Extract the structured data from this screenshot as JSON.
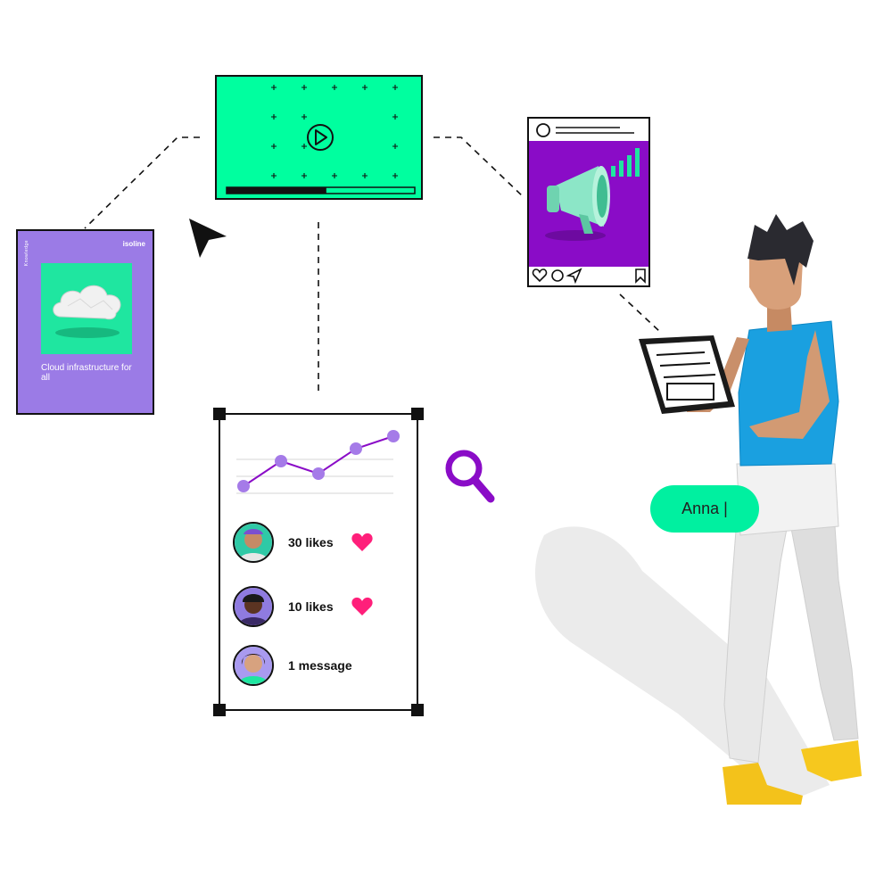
{
  "book": {
    "spine_text": "Knowledge",
    "brand": "isoline",
    "caption": "Cloud infrastructure for all"
  },
  "video": {
    "progress": 0.53
  },
  "stats_card": {
    "chart_values": [
      1,
      3,
      2,
      4,
      5
    ],
    "rows": [
      {
        "label": "30 likes",
        "icon": "heart-icon"
      },
      {
        "label": "10 likes",
        "icon": "heart-icon"
      },
      {
        "label": "1 message",
        "icon": ""
      }
    ]
  },
  "name_input": {
    "value": "Anna |"
  },
  "colors": {
    "green": "#00ff9f",
    "purple": "#8a0cc7",
    "lavender": "#9b7be6",
    "pink": "#ff1f7a",
    "chart_purple": "#a57be8"
  }
}
